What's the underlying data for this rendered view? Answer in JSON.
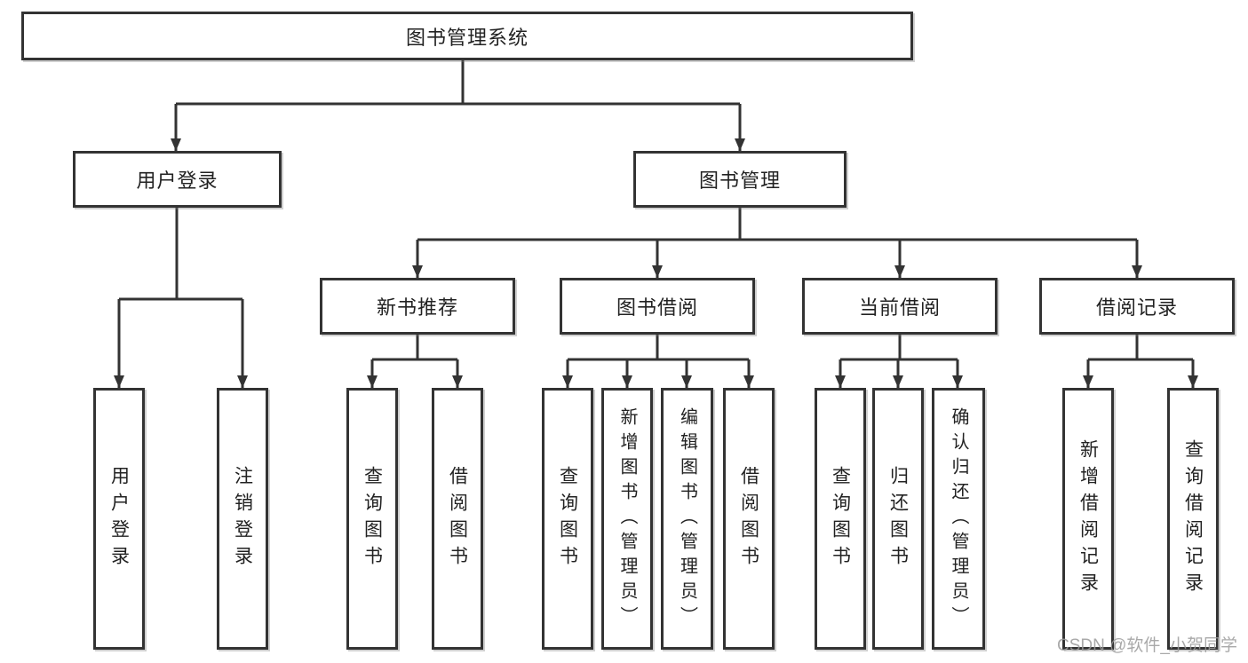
{
  "diagram": {
    "type": "hierarchy-tree",
    "background": "#ffffff",
    "line_color": "#333333",
    "box_border_color": "#333333",
    "text_color": "#222222",
    "nodes": {
      "root": {
        "label": "图书管理系统",
        "level": 1
      },
      "user_login": {
        "label": "用户登录",
        "level": 2
      },
      "book_mgmt": {
        "label": "图书管理",
        "level": 2
      },
      "new_book_rec": {
        "label": "新书推荐",
        "level": 3
      },
      "book_borrow": {
        "label": "图书借阅",
        "level": 3
      },
      "current_borrow": {
        "label": "当前借阅",
        "level": 3
      },
      "borrow_record": {
        "label": "借阅记录",
        "level": 3
      },
      "leaf_user_login": {
        "label": "用户登录",
        "level": 4
      },
      "leaf_logout": {
        "label": "注销登录",
        "level": 4
      },
      "leaf_query_book_1": {
        "label": "查询图书",
        "level": 4
      },
      "leaf_borrow_book_1": {
        "label": "借阅图书",
        "level": 4
      },
      "leaf_query_book_2": {
        "label": "查询图书",
        "level": 4
      },
      "leaf_add_book": {
        "label": "新增图书（管理员）",
        "level": 4
      },
      "leaf_edit_book": {
        "label": "编辑图书（管理员）",
        "level": 4
      },
      "leaf_borrow_book_2": {
        "label": "借阅图书",
        "level": 4
      },
      "leaf_query_book_3": {
        "label": "查询图书",
        "level": 4
      },
      "leaf_return_book": {
        "label": "归还图书",
        "level": 4
      },
      "leaf_confirm_return": {
        "label": "确认归还（管理员）",
        "level": 4
      },
      "leaf_add_borrow_record": {
        "label": "新增借阅记录",
        "level": 4
      },
      "leaf_query_borrow_record": {
        "label": "查询借阅记录",
        "level": 4
      }
    },
    "edges": [
      [
        "root",
        "user_login"
      ],
      [
        "root",
        "book_mgmt"
      ],
      [
        "user_login",
        "leaf_user_login"
      ],
      [
        "user_login",
        "leaf_logout"
      ],
      [
        "book_mgmt",
        "new_book_rec"
      ],
      [
        "book_mgmt",
        "book_borrow"
      ],
      [
        "book_mgmt",
        "current_borrow"
      ],
      [
        "book_mgmt",
        "borrow_record"
      ],
      [
        "new_book_rec",
        "leaf_query_book_1"
      ],
      [
        "new_book_rec",
        "leaf_borrow_book_1"
      ],
      [
        "book_borrow",
        "leaf_query_book_2"
      ],
      [
        "book_borrow",
        "leaf_add_book"
      ],
      [
        "book_borrow",
        "leaf_edit_book"
      ],
      [
        "book_borrow",
        "leaf_borrow_book_2"
      ],
      [
        "current_borrow",
        "leaf_query_book_3"
      ],
      [
        "current_borrow",
        "leaf_return_book"
      ],
      [
        "current_borrow",
        "leaf_confirm_return"
      ],
      [
        "borrow_record",
        "leaf_add_borrow_record"
      ],
      [
        "borrow_record",
        "leaf_query_borrow_record"
      ]
    ],
    "watermark": {
      "text": "CSDN @软件_小贺同学",
      "color": "#9b9b9b"
    }
  }
}
